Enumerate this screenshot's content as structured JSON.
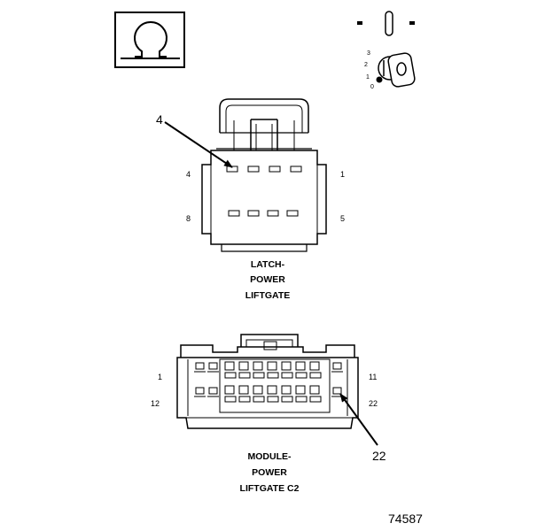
{
  "symbols": {
    "ohm_box": "ohmmeter-icon",
    "key_switch": "ignition-key-icon",
    "key_positions": [
      "3",
      "2",
      "1",
      "0"
    ]
  },
  "connector_latch": {
    "pin_labels": {
      "top_left": "4",
      "top_right": "1",
      "bottom_left": "8",
      "bottom_right": "5"
    },
    "callout": "4",
    "caption": [
      "LATCH-",
      "POWER",
      "LIFTGATE"
    ]
  },
  "connector_module": {
    "pin_labels": {
      "top_left": "1",
      "top_right": "11",
      "bottom_left": "12",
      "bottom_right": "22"
    },
    "callout": "22",
    "caption": [
      "MODULE-",
      "POWER",
      "LIFTGATE C2"
    ]
  },
  "figure_number": "74587"
}
